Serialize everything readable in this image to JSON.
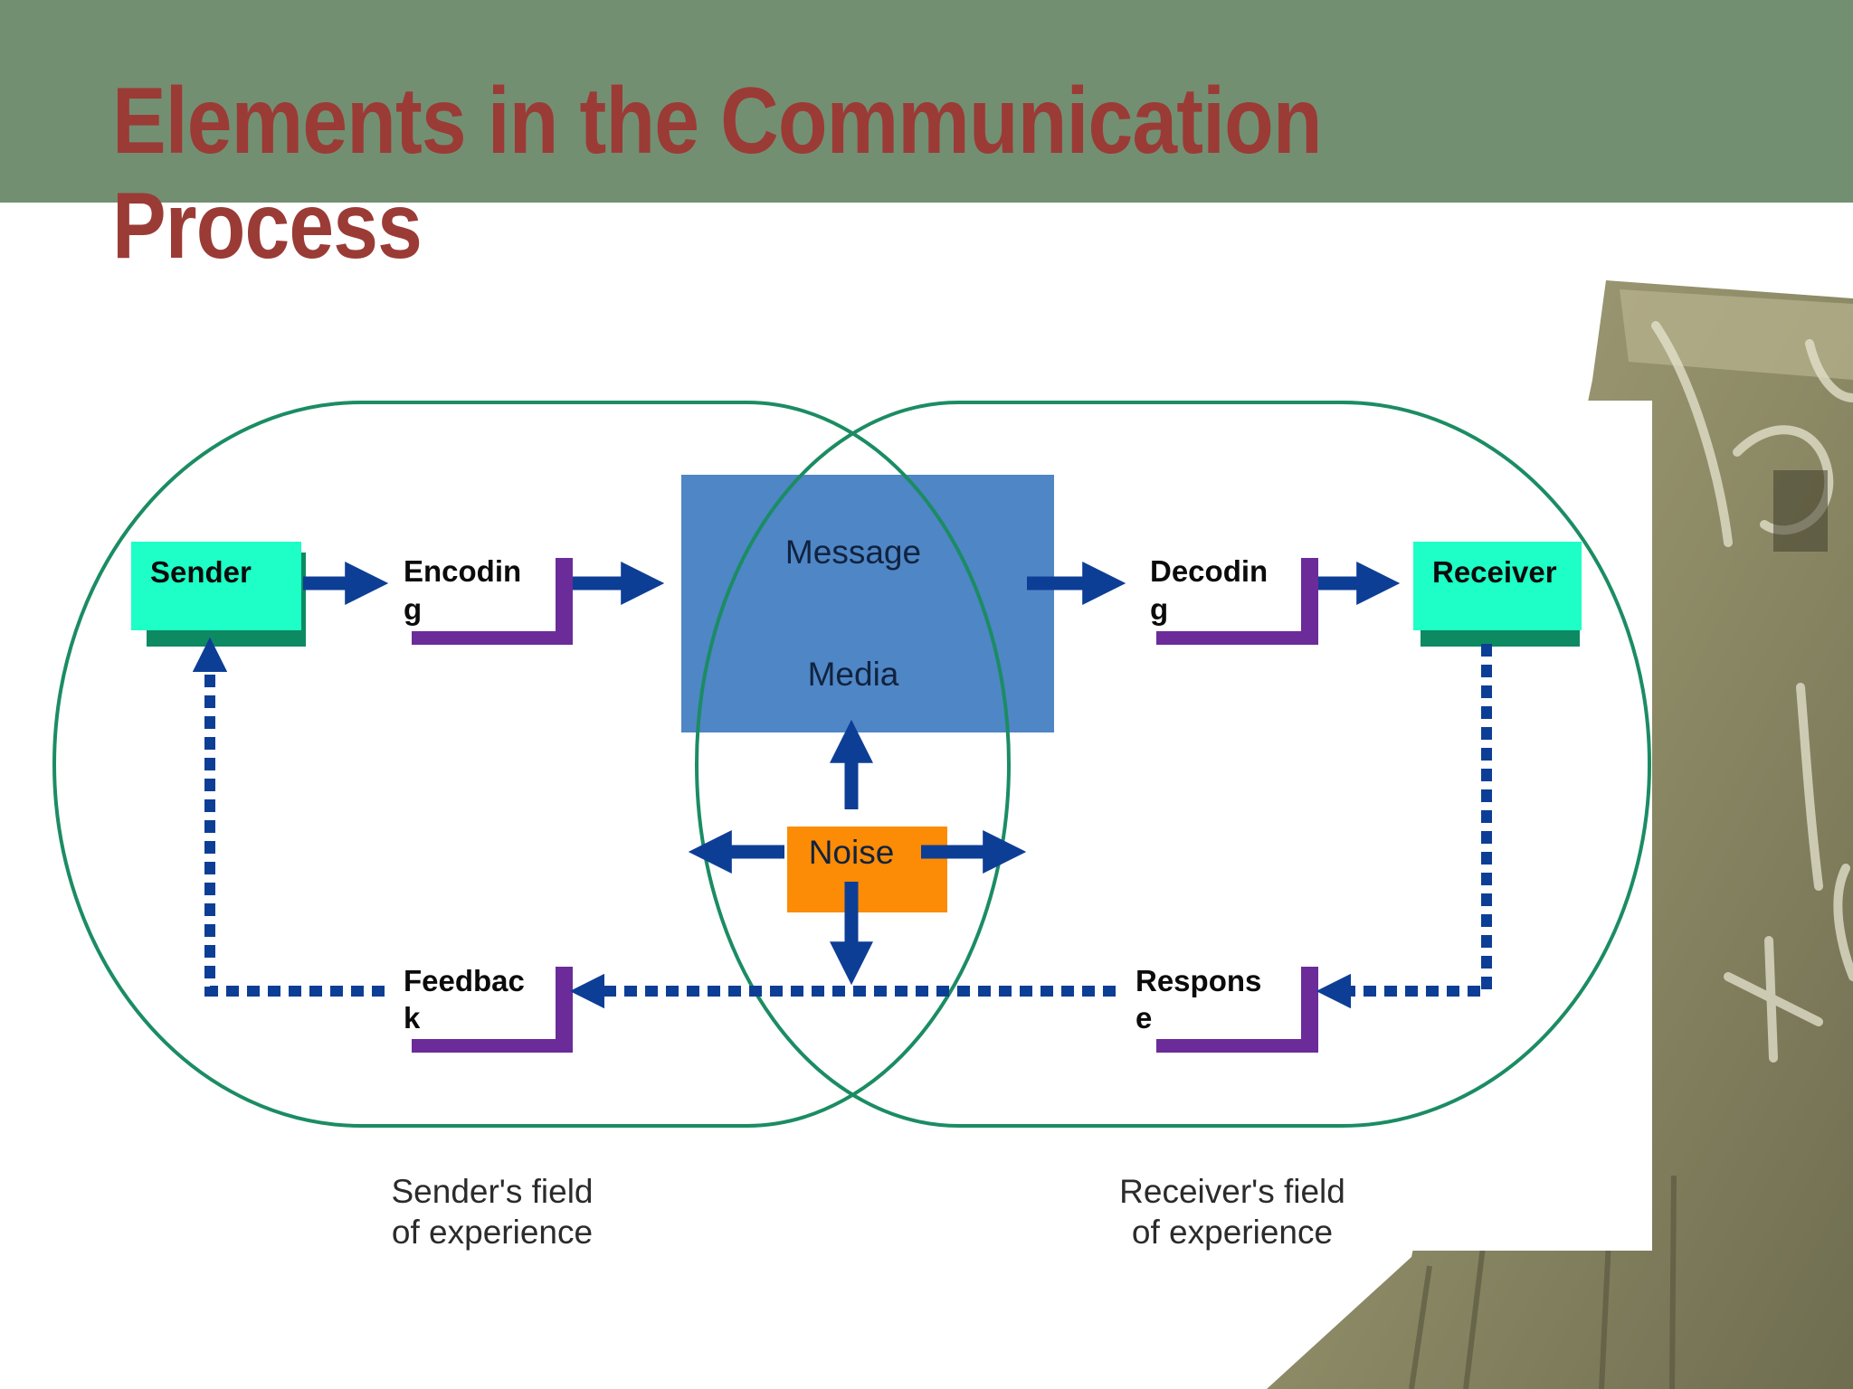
{
  "slide": {
    "title_line1": "Elements in the Communication",
    "title_line2": "Process"
  },
  "diagram": {
    "sender": "Sender",
    "receiver": "Receiver",
    "encoding_line1": "Encodin",
    "encoding_line2": "g",
    "decoding_line1": "Decodin",
    "decoding_line2": "g",
    "message": "Message",
    "media": "Media",
    "noise": "Noise",
    "feedback_line1": "Feedbac",
    "feedback_line2": "k",
    "response_line1": "Respons",
    "response_line2": "e",
    "sender_field_line1": "Sender's field",
    "sender_field_line2": "of experience",
    "receiver_field_line1": "Receiver's field",
    "receiver_field_line2": "of experience"
  },
  "colors": {
    "band": "#738f72",
    "title": "#9b3b36",
    "teal_box": "#1dffc6",
    "teal_shadow": "#0e8a62",
    "message_box": "#4f86c6",
    "noise_box": "#fc8b06",
    "arrow_blue": "#0d3e96",
    "bracket_purple": "#6b2c9a",
    "field_outline": "#1b8c63"
  }
}
